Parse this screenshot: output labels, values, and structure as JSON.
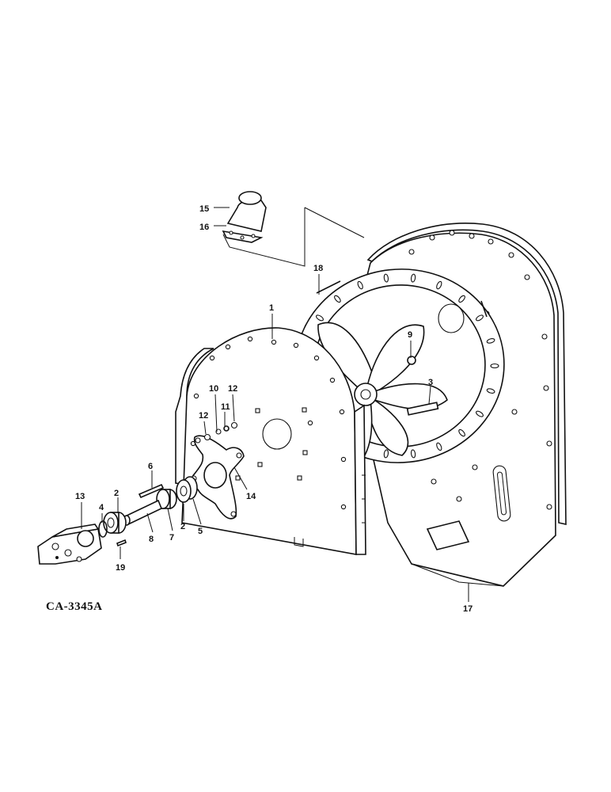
{
  "figure_ref": "CA-3345A",
  "callouts": {
    "c1": "1",
    "c2a": "2",
    "c2b": "2",
    "c3": "3",
    "c4": "4",
    "c5": "5",
    "c6": "6",
    "c7": "7",
    "c8": "8",
    "c9": "9",
    "c10": "10",
    "c11": "11",
    "c12a": "12",
    "c12b": "12",
    "c13": "13",
    "c14": "14",
    "c15": "15",
    "c16": "16",
    "c17": "17",
    "c18": "18",
    "c19": "19"
  },
  "colors": {
    "ink": "#111111",
    "paper": "#ffffff"
  }
}
